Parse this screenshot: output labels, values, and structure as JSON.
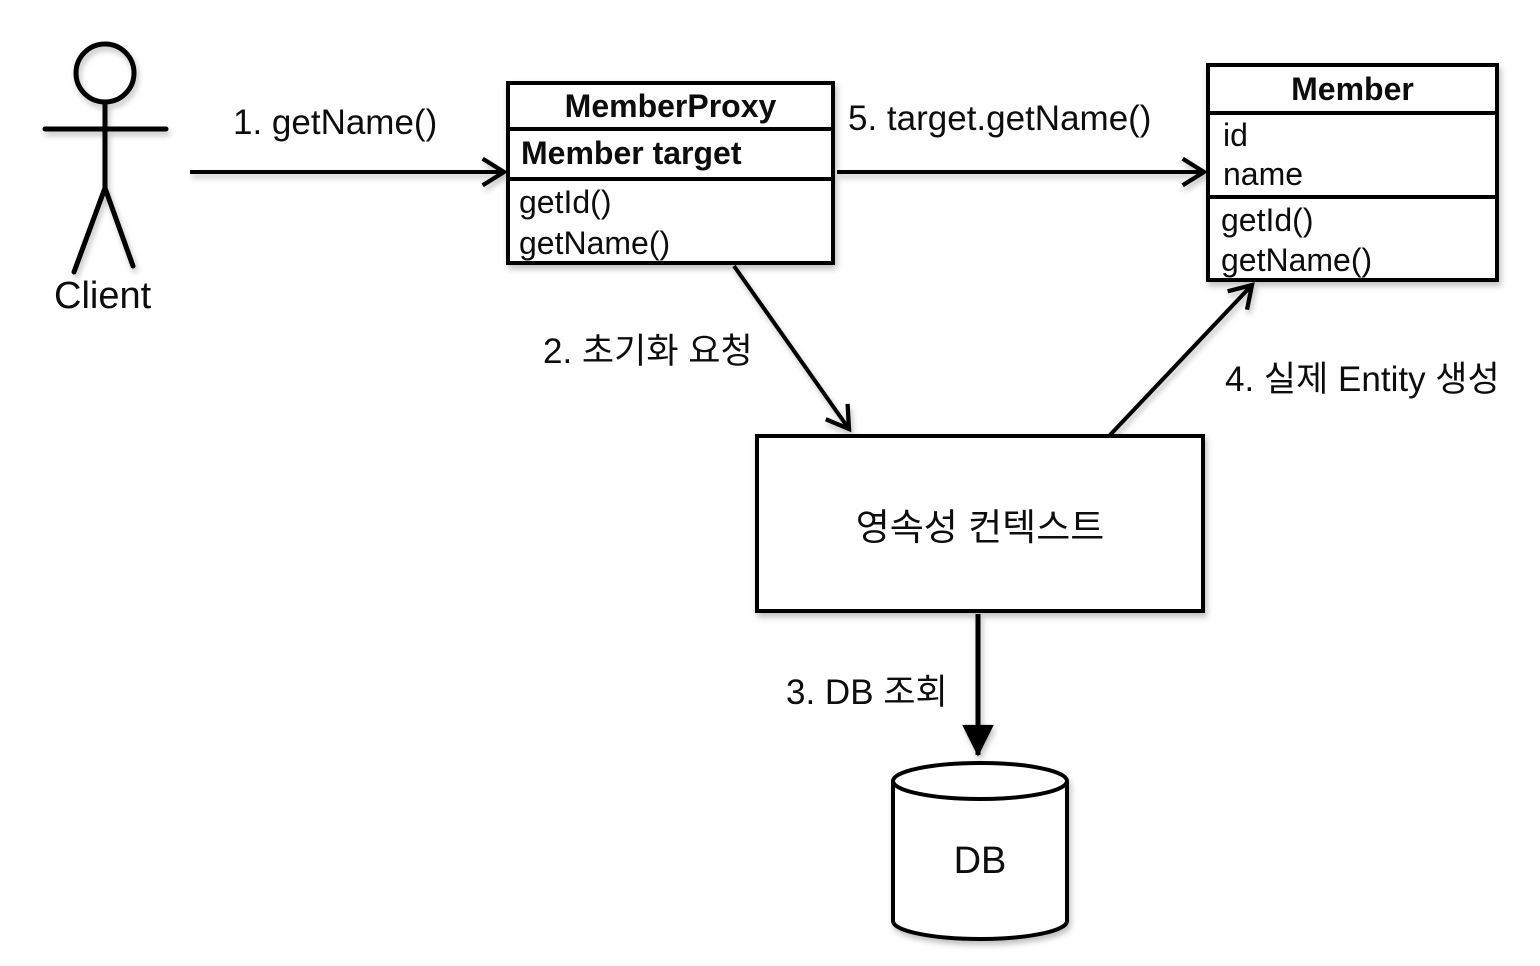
{
  "diagram": {
    "background": "#ffffff",
    "stroke_color": "#000000",
    "actor": {
      "label": "Client"
    },
    "classes": {
      "proxy": {
        "title": "MemberProxy",
        "field": "Member target",
        "methods": [
          "getId()",
          "getName()"
        ]
      },
      "member": {
        "title": "Member",
        "attributes": [
          "id",
          "name"
        ],
        "methods": [
          "getId()",
          "getName()"
        ]
      }
    },
    "persistence": {
      "label": "영속성 컨텍스트"
    },
    "database": {
      "label": "DB"
    },
    "steps": {
      "step1": "1. getName()",
      "step2": "2. 초기화 요청",
      "step3": "3. DB 조회",
      "step4": "4. 실제 Entity 생성",
      "step5": "5. target.getName()"
    }
  }
}
